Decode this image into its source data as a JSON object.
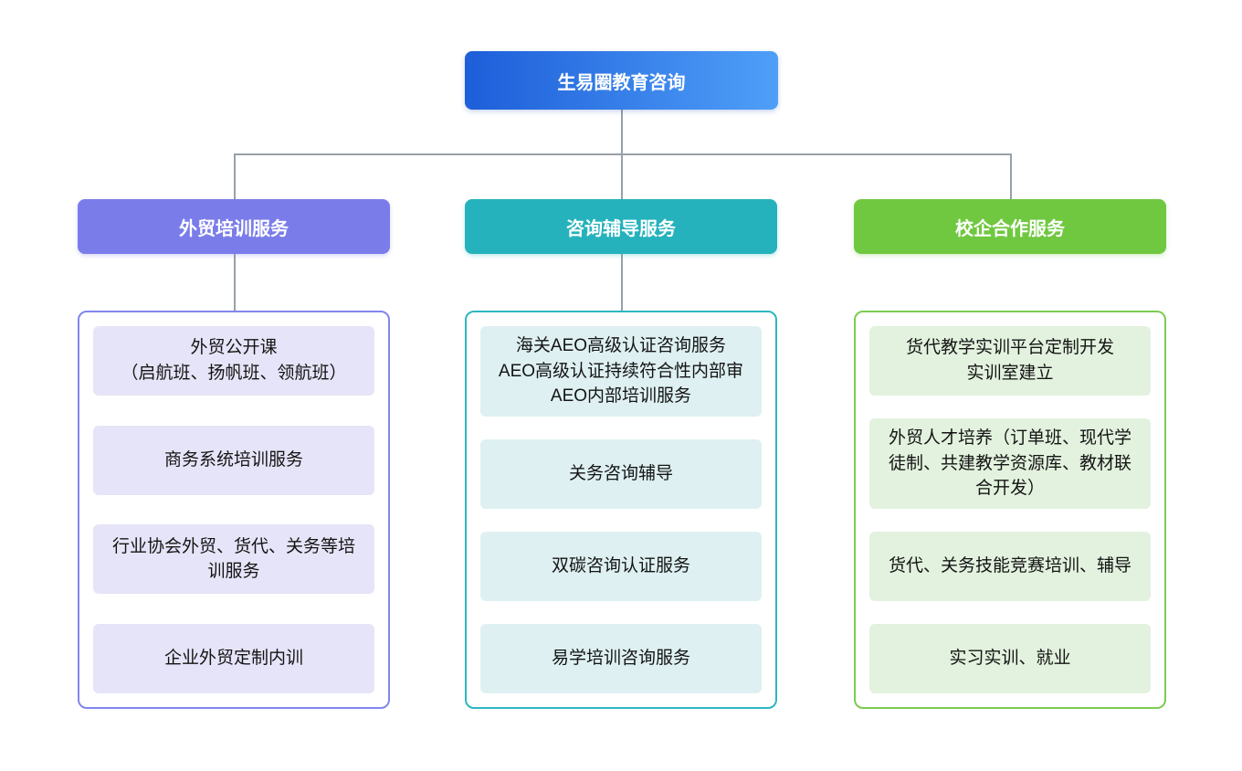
{
  "root": {
    "label": "生易圈教育咨询"
  },
  "branches": [
    {
      "label": "外贸培训服务",
      "items": [
        {
          "text": "外贸公开课\n（启航班、扬帆班、领航班）"
        },
        {
          "text": "商务系统培训服务"
        },
        {
          "text": "行业协会外贸、货代、关务等培训服务"
        },
        {
          "text": "企业外贸定制内训"
        }
      ]
    },
    {
      "label": "咨询辅导服务",
      "items": [
        {
          "text": "海关AEO高级认证咨询服务\nAEO高级认证持续符合性内部审\nAEO内部培训服务"
        },
        {
          "text": "关务咨询辅导"
        },
        {
          "text": "双碳咨询认证服务"
        },
        {
          "text": "易学培训咨询服务"
        }
      ]
    },
    {
      "label": "校企合作服务",
      "items": [
        {
          "text": "货代教学实训平台定制开发\n实训室建立"
        },
        {
          "text": "外贸人才培养（订单班、现代学徒制、共建教学资源库、教材联合开发）"
        },
        {
          "text": "货代、关务技能竞赛培训、辅导"
        },
        {
          "text": "实习实训、就业"
        }
      ]
    }
  ],
  "colors": {
    "root_gradient_start": "#1d5ed9",
    "root_gradient_end": "#4f9ff8",
    "branch_purple": "#7a7de9",
    "branch_teal": "#25b2bc",
    "branch_green": "#70c840",
    "item_bg_purple": "#e6e4f8",
    "item_bg_teal": "#def0f2",
    "item_bg_green": "#e2f2de",
    "connector_gray": "#98a0a8"
  }
}
